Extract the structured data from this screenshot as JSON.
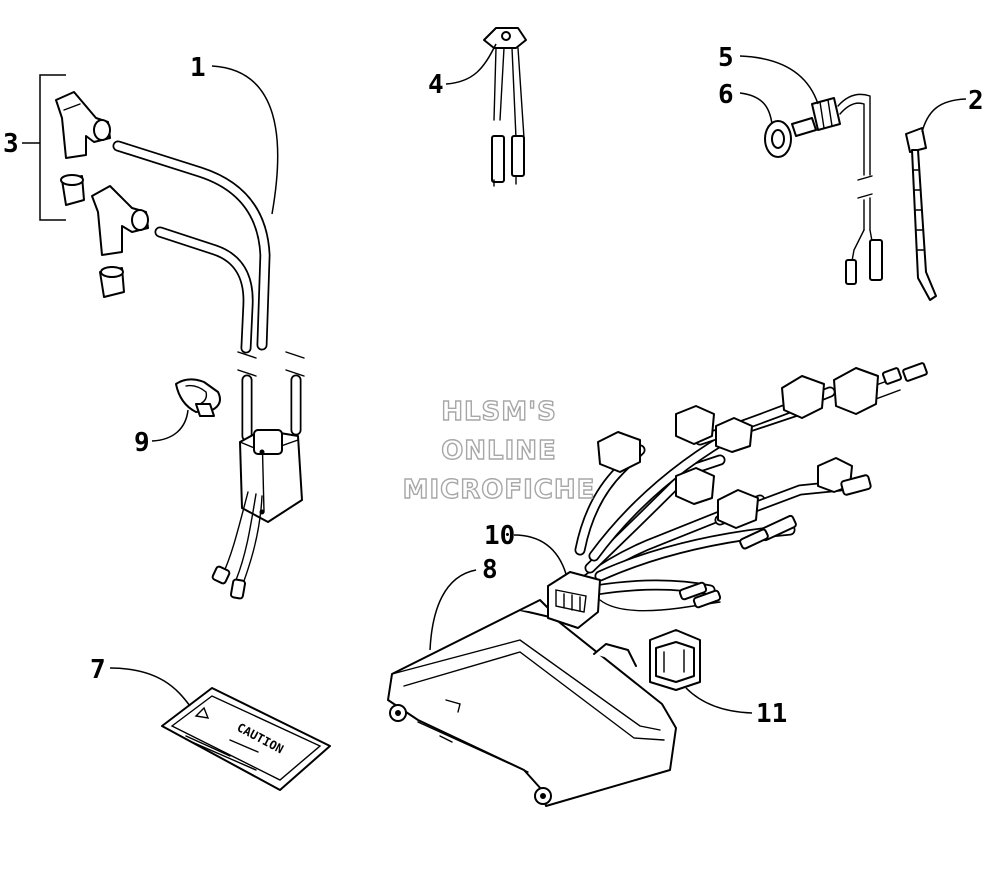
{
  "watermark": {
    "line1": "HLSM'S",
    "line2": "ONLINE",
    "line3": "MICROFICHE"
  },
  "callouts": {
    "c1": "1",
    "c2": "2",
    "c3": "3",
    "c4": "4",
    "c5": "5",
    "c6": "6",
    "c7": "7",
    "c8": "8",
    "c9": "9",
    "c10": "10",
    "c11": "11"
  },
  "decal_text": "CAUTION",
  "colors": {
    "ink": "#000000",
    "watermark_outline": "#a7a7a7",
    "background": "#ffffff"
  }
}
